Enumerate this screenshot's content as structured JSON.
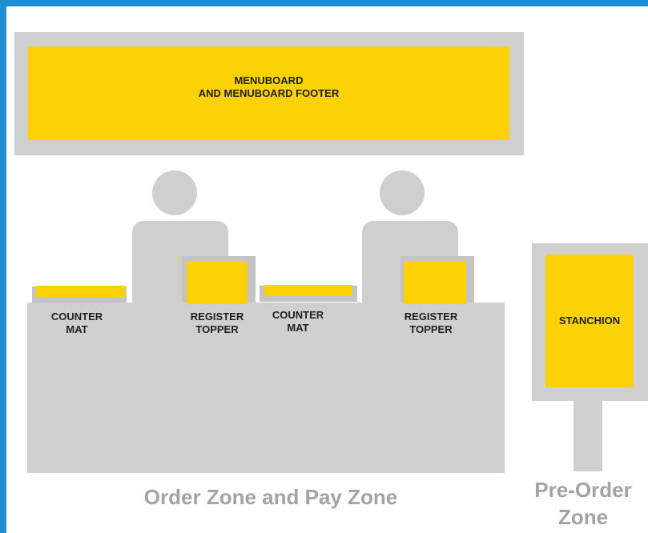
{
  "colors": {
    "frame": "#1a8ed1",
    "fixture_gray": "#cfcfcf",
    "signage_yellow": "#fcd105",
    "zone_label_gray": "#a3a3a3"
  },
  "menuboard": {
    "line1": "MENUBOARD",
    "line2": "AND MENUBOARD FOOTER"
  },
  "stations": [
    {
      "counter_mat": [
        "COUNTER",
        "MAT"
      ],
      "register_topper": [
        "REGISTER",
        "TOPPER"
      ]
    },
    {
      "counter_mat": [
        "COUNTER",
        "MAT"
      ],
      "register_topper": [
        "REGISTER",
        "TOPPER"
      ]
    }
  ],
  "stanchion": {
    "label": "STANCHION"
  },
  "zones": {
    "order_pay": "Order Zone and Pay Zone",
    "pre_order_line1": "Pre-Order",
    "pre_order_line2": "Zone"
  }
}
